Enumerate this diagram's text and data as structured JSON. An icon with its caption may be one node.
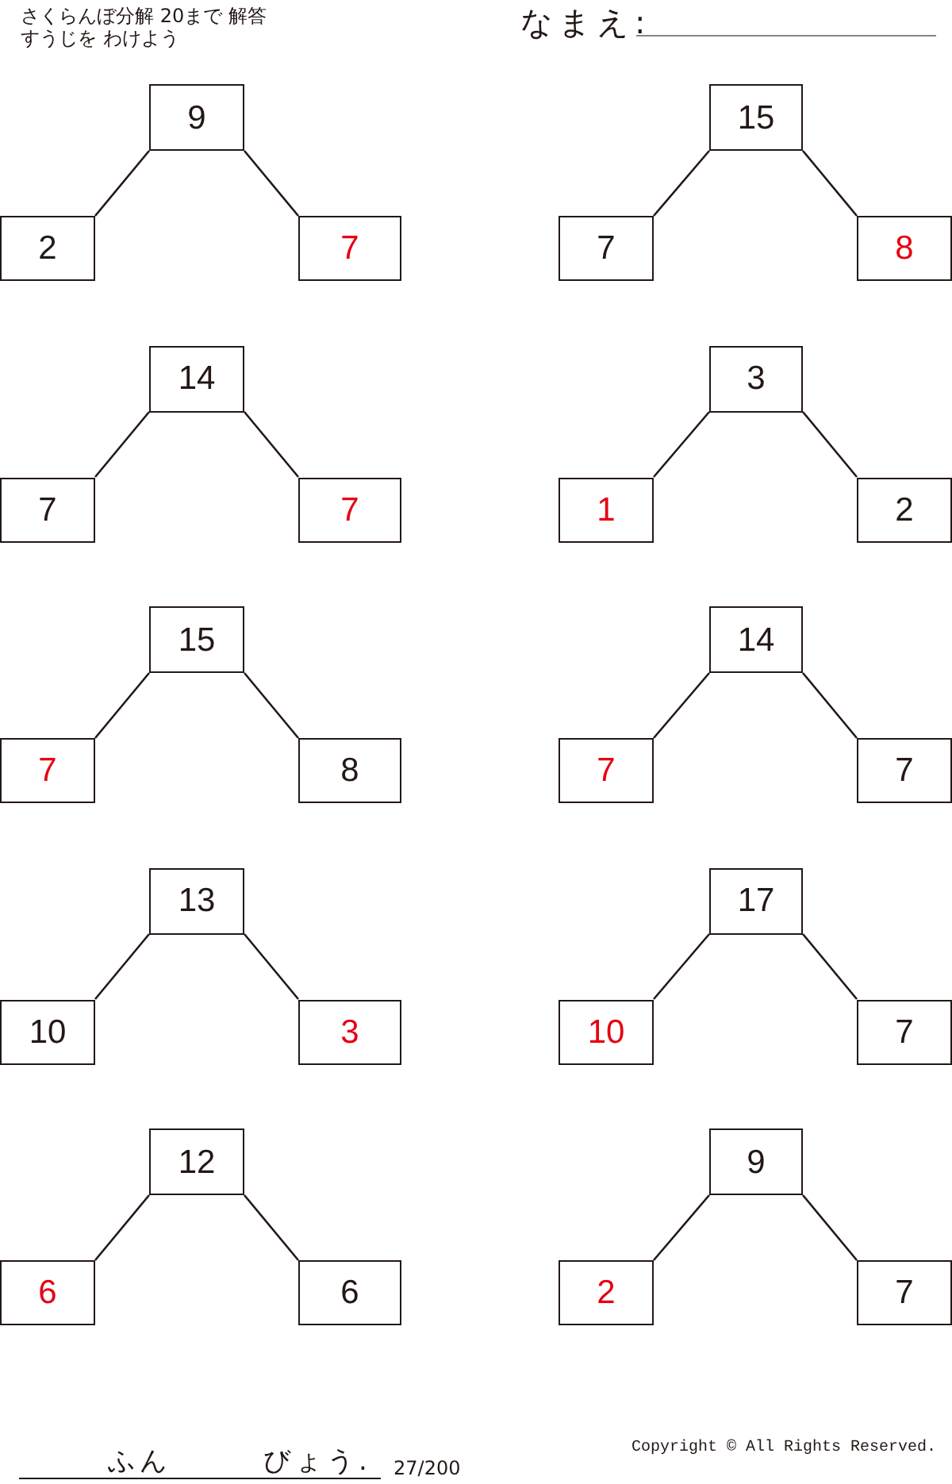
{
  "diagram": {
    "title": "さくらんぼ分解 20まで 解答",
    "nodes": [
      {
        "text": [
          "9"
        ]
      },
      {
        "text": [
          "2"
        ]
      },
      {
        "text": [
          "7"
        ]
      },
      {
        "text": [
          "15"
        ]
      },
      {
        "text": [
          "7"
        ]
      },
      {
        "text": [
          "8"
        ]
      },
      {
        "text": [
          "14"
        ]
      },
      {
        "text": [
          "7"
        ]
      },
      {
        "text": [
          "7"
        ]
      },
      {
        "text": [
          "3"
        ]
      },
      {
        "text": [
          "1"
        ]
      },
      {
        "text": [
          "2"
        ]
      },
      {
        "text": [
          "15"
        ]
      },
      {
        "text": [
          "7"
        ]
      },
      {
        "text": [
          "8"
        ]
      },
      {
        "text": [
          "14"
        ]
      },
      {
        "text": [
          "7"
        ]
      },
      {
        "text": [
          "7"
        ]
      },
      {
        "text": [
          "13"
        ]
      },
      {
        "text": [
          "10"
        ]
      },
      {
        "text": [
          "3"
        ]
      },
      {
        "text": [
          "17"
        ]
      },
      {
        "text": [
          "10"
        ]
      },
      {
        "text": [
          "7"
        ]
      },
      {
        "text": [
          "12"
        ]
      },
      {
        "text": [
          "6"
        ]
      },
      {
        "text": [
          "6"
        ]
      },
      {
        "text": [
          "9"
        ]
      },
      {
        "text": [
          "2"
        ]
      },
      {
        "text": [
          "7"
        ]
      }
    ],
    "edges": [
      {
        "from": 0,
        "to": 1,
        "arrow": "none"
      },
      {
        "from": 0,
        "to": 2,
        "arrow": "none"
      },
      {
        "from": 3,
        "to": 4,
        "arrow": "none"
      },
      {
        "from": 3,
        "to": 5,
        "arrow": "none"
      },
      {
        "from": 6,
        "to": 7,
        "arrow": "none"
      },
      {
        "from": 6,
        "to": 8,
        "arrow": "none"
      },
      {
        "from": 9,
        "to": 10,
        "arrow": "none"
      },
      {
        "from": 9,
        "to": 11,
        "arrow": "none"
      },
      {
        "from": 12,
        "to": 13,
        "arrow": "none"
      },
      {
        "from": 12,
        "to": 14,
        "arrow": "none"
      },
      {
        "from": 15,
        "to": 16,
        "arrow": "none"
      },
      {
        "from": 15,
        "to": 17,
        "arrow": "none"
      },
      {
        "from": 18,
        "to": 19,
        "arrow": "none"
      },
      {
        "from": 18,
        "to": 20,
        "arrow": "none"
      },
      {
        "from": 21,
        "to": 22,
        "arrow": "none"
      },
      {
        "from": 21,
        "to": 23,
        "arrow": "none"
      },
      {
        "from": 24,
        "to": 25,
        "arrow": "none"
      },
      {
        "from": 24,
        "to": 26,
        "arrow": "none"
      },
      {
        "from": 27,
        "to": 28,
        "arrow": "none"
      },
      {
        "from": 27,
        "to": 29,
        "arrow": "none"
      }
    ],
    "labels": [
      "すうじを わけよう",
      "なまえ:",
      "ふん",
      "びょう.",
      "27/200",
      "Copyright © All Rights Reserved."
    ]
  }
}
